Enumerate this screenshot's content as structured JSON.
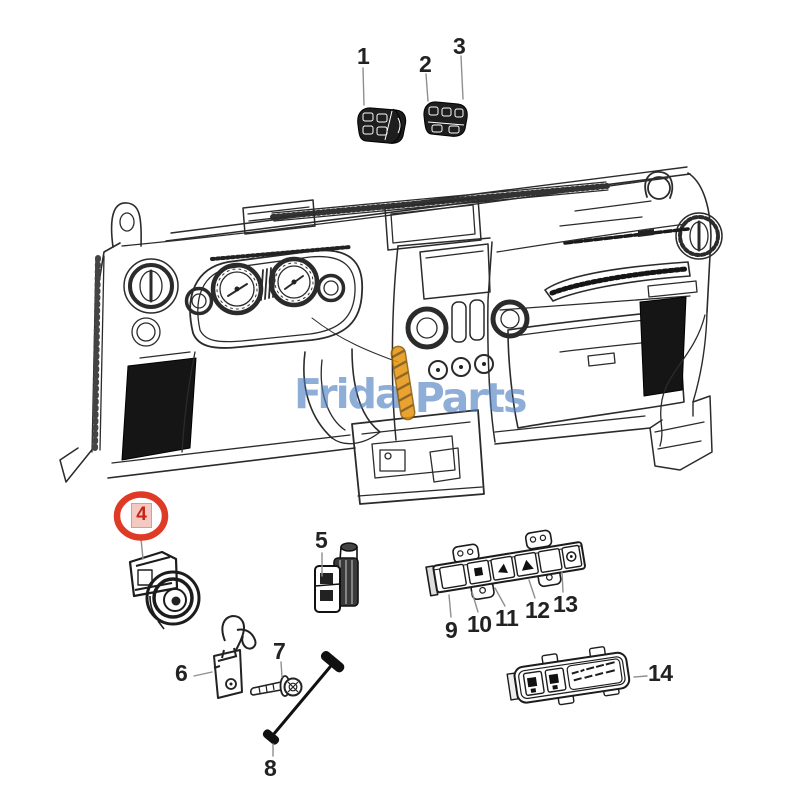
{
  "diagram": {
    "kind": "vehicle-dashboard-parts-diagram",
    "background": "#ffffff"
  },
  "watermark": {
    "part1": "Frida",
    "part2": "Parts",
    "icon": "lightning-coil-icon"
  },
  "highlight": {
    "label": "4",
    "circle_color": "#df3a26",
    "label_color": "#c52417",
    "label_bg": "#f4c9c1"
  },
  "callouts": {
    "n1": "1",
    "n2": "2",
    "n3": "3",
    "n5": "5",
    "n6": "6",
    "n7": "7",
    "n8": "8",
    "n9": "9",
    "n10": "10",
    "n11": "11",
    "n12": "12",
    "n13": "13",
    "n14": "14"
  },
  "colors": {
    "accent-red": "#df3a26",
    "badge-bg": "#f4c9c1",
    "badge-text": "#c52417",
    "wm-blue": "#4a7cc0",
    "wm-orange": "#e8940c",
    "leader": "#8f8f8f",
    "ink": "#2b2b2b"
  }
}
